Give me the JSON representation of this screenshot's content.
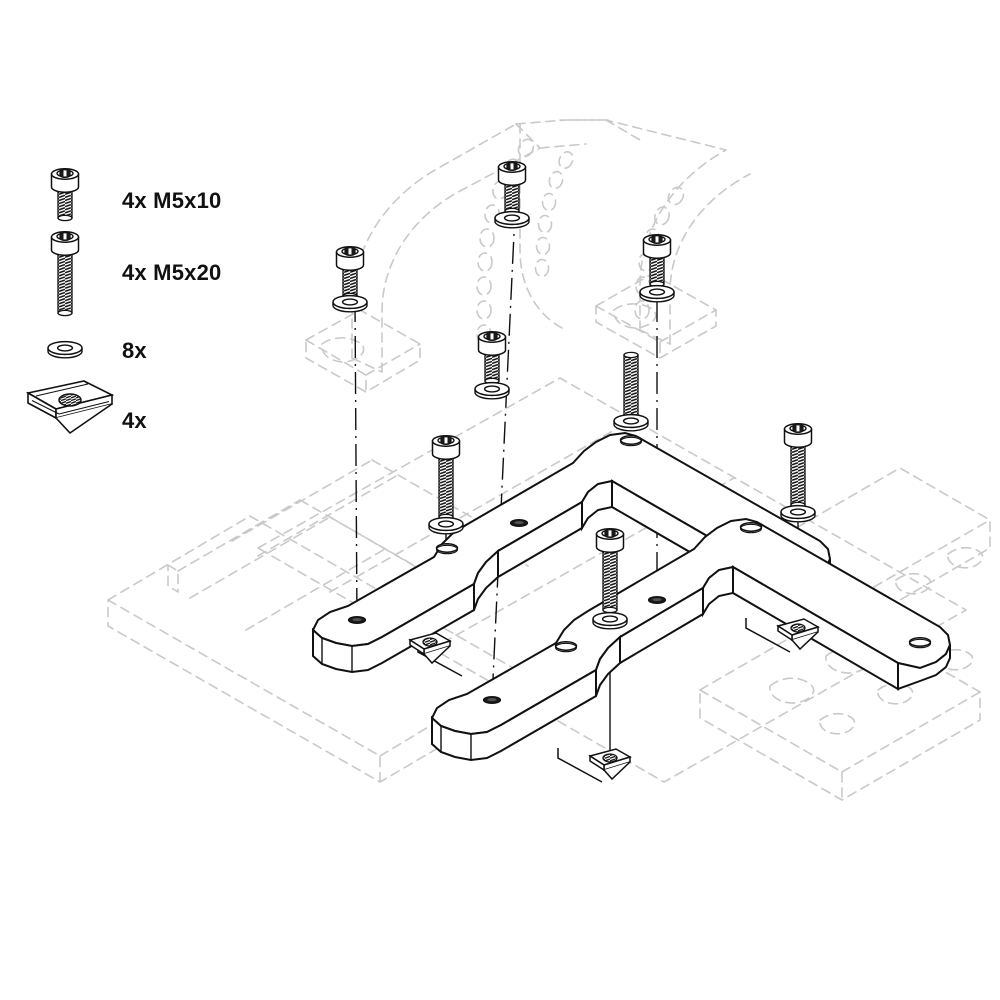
{
  "document": {
    "type": "exploded-assembly-diagram",
    "title": "Bracket Mounting Hardware Assembly",
    "background_color": "#ffffff",
    "line_color": "#111111",
    "ghost_color": "#c8c8c8",
    "metal_fill": "#ffffff",
    "thread_color": "#1a1a1a"
  },
  "legend": {
    "items": [
      {
        "id": "screw-m5x10",
        "icon": "hex-socket-cap-screw-short",
        "label": "4x M5x10",
        "qty": "4x",
        "spec": "M5x10"
      },
      {
        "id": "screw-m5x20",
        "icon": "hex-socket-cap-screw-long",
        "label": "4x M5x20",
        "qty": "4x",
        "spec": "M5x20"
      },
      {
        "id": "washer",
        "icon": "flat-washer",
        "label": "8x",
        "qty": "8x",
        "spec": ""
      },
      {
        "id": "tnut",
        "icon": "t-slot-nut",
        "label": "4x",
        "qty": "4x",
        "spec": ""
      }
    ]
  },
  "assembly": {
    "brackets": [
      {
        "id": "bracket-rear",
        "name": "mounting-bar-rear",
        "finish": "solid-outline"
      },
      {
        "id": "bracket-front",
        "name": "mounting-bar-front",
        "finish": "solid-outline"
      }
    ],
    "ghost_parts": [
      {
        "id": "rail-left",
        "name": "extrusion-rail-left",
        "style": "phantom-dashed"
      },
      {
        "id": "rail-right",
        "name": "extrusion-rail-right",
        "style": "phantom-dashed"
      },
      {
        "id": "upper-bracket-left",
        "name": "curved-support-left",
        "style": "phantom-dashed"
      },
      {
        "id": "upper-bracket-right",
        "name": "curved-support-right",
        "style": "phantom-dashed"
      }
    ],
    "fasteners": [
      {
        "id": "f1",
        "type": "M5x10",
        "washer": true
      },
      {
        "id": "f2",
        "type": "M5x10",
        "washer": true
      },
      {
        "id": "f3",
        "type": "M5x10",
        "washer": true
      },
      {
        "id": "f4",
        "type": "M5x10",
        "washer": true
      },
      {
        "id": "f5",
        "type": "M5x20",
        "washer": true
      },
      {
        "id": "f6",
        "type": "M5x20",
        "washer": true
      },
      {
        "id": "f7",
        "type": "M5x20",
        "washer": true
      },
      {
        "id": "f8",
        "type": "M5x20",
        "washer": true
      }
    ],
    "tnuts": [
      {
        "id": "n1",
        "name": "t-slot-nut-right"
      },
      {
        "id": "n2",
        "name": "t-slot-nut-front"
      }
    ]
  }
}
